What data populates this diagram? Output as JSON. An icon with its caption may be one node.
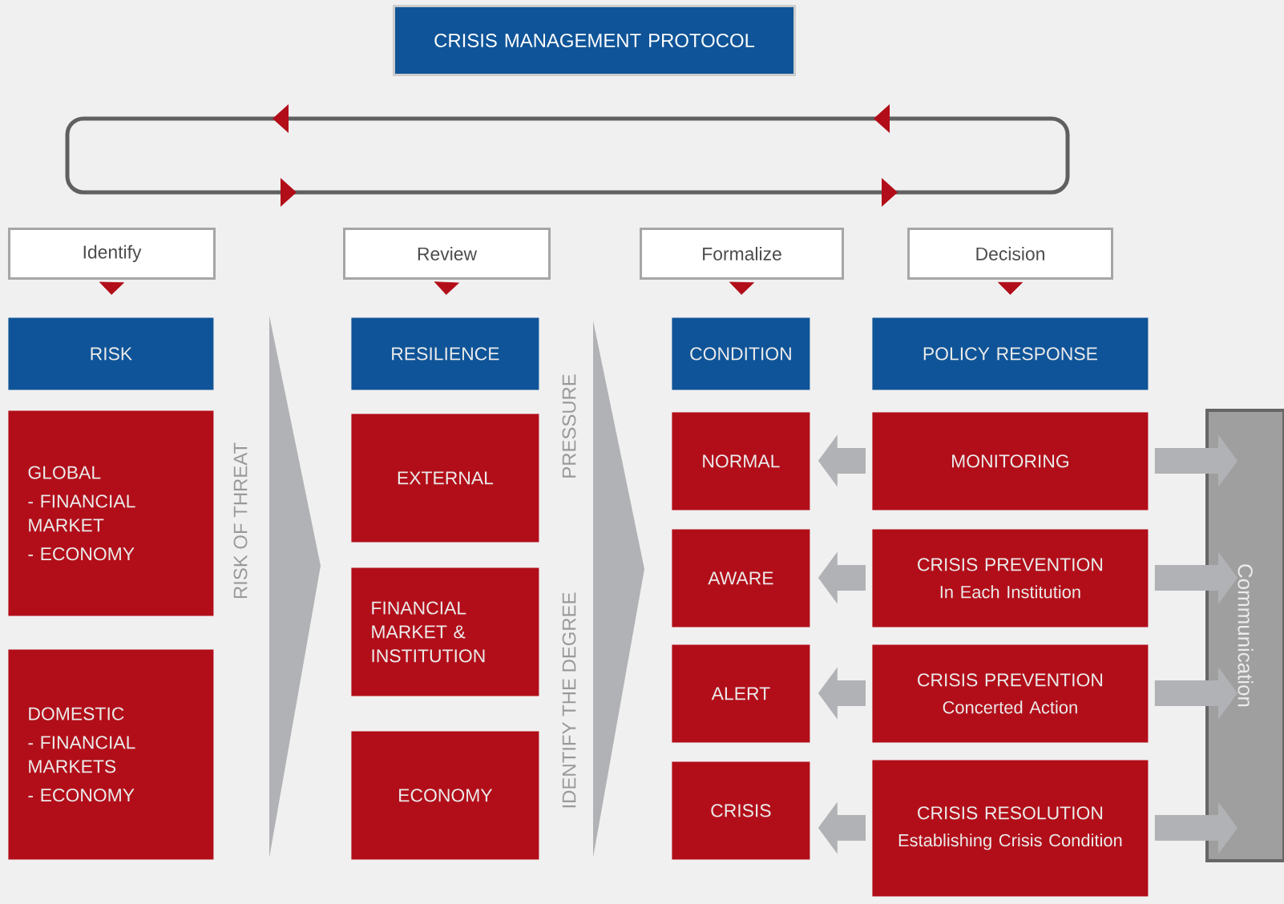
{
  "diagram": {
    "nodes": [
      {
        "text": [
          "CRISIS MANAGEMENT PROTOCOL"
        ]
      },
      {
        "text": [
          "Identify"
        ]
      },
      {
        "text": [
          "Review"
        ]
      },
      {
        "text": [
          "Formalize"
        ]
      },
      {
        "text": [
          "Decision"
        ]
      },
      {
        "text": [
          "RISK"
        ]
      },
      {
        "text": [
          "GLOBAL",
          "- FINANCIAL MARKET",
          "- ECONOMY"
        ]
      },
      {
        "text": [
          "DOMESTIC",
          "- FINANCIAL MARKETS",
          "- ECONOMY"
        ]
      },
      {
        "text": [
          "RESILIENCE"
        ]
      },
      {
        "text": [
          "EXTERNAL"
        ]
      },
      {
        "text": [
          "FINANCIAL MARKET & INSTITUTION"
        ]
      },
      {
        "text": [
          "ECONOMY"
        ]
      },
      {
        "text": [
          "CONDITION"
        ]
      },
      {
        "text": [
          "NORMAL"
        ]
      },
      {
        "text": [
          "AWARE"
        ]
      },
      {
        "text": [
          "ALERT"
        ]
      },
      {
        "text": [
          "CRISIS"
        ]
      },
      {
        "text": [
          "POLICY RESPONSE"
        ]
      },
      {
        "text": [
          "MONITORING"
        ]
      },
      {
        "text": [
          "CRISIS PREVENTION",
          "In Each Institution"
        ]
      },
      {
        "text": [
          "CRISIS PREVENTION",
          "Concerted Action"
        ]
      },
      {
        "text": [
          "CRISIS RESOLUTION",
          "Establishing Crisis Condition"
        ]
      },
      {
        "text": [
          "Communication"
        ]
      }
    ],
    "edges": [
      {
        "from": 1,
        "to": 5,
        "arrow": "to",
        "color": "#b20e19"
      },
      {
        "from": 2,
        "to": 8,
        "arrow": "to",
        "color": "#b20e19"
      },
      {
        "from": 3,
        "to": 12,
        "arrow": "to",
        "color": "#b20e19"
      },
      {
        "from": 4,
        "to": 17,
        "arrow": "to",
        "color": "#b20e19"
      },
      {
        "from": 18,
        "to": 13,
        "arrow": "to"
      },
      {
        "from": 19,
        "to": 14,
        "arrow": "to"
      },
      {
        "from": 20,
        "to": 15,
        "arrow": "to"
      },
      {
        "from": 21,
        "to": 16,
        "arrow": "to"
      },
      {
        "from": 18,
        "to": 22,
        "arrow": "to"
      },
      {
        "from": 19,
        "to": 22,
        "arrow": "to"
      },
      {
        "from": 20,
        "to": 22,
        "arrow": "to"
      },
      {
        "from": 21,
        "to": 22,
        "arrow": "to"
      }
    ],
    "labels": [
      "RISK OF THREAT",
      "PRESSURE",
      "IDENTIFY THE DEGREE"
    ]
  }
}
